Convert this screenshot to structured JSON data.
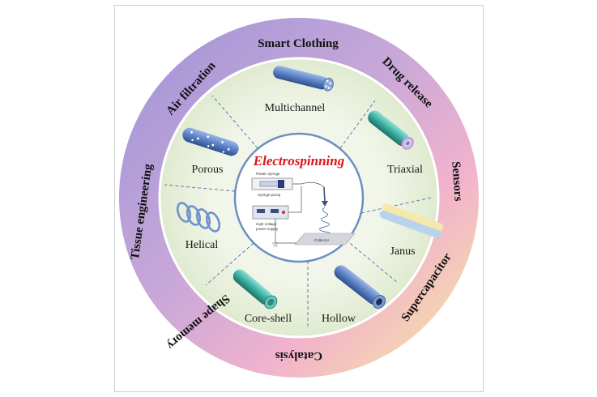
{
  "center": {
    "title": "Electrospinning",
    "labels": {
      "syringe": "Plastic syringe",
      "pump": "Syringe pump",
      "power": "High voltage power supply",
      "collector": "Collector"
    }
  },
  "fiber_types": [
    "Multichannel",
    "Triaxial",
    "Janus",
    "Hollow",
    "Core-shell",
    "Helical",
    "Porous"
  ],
  "applications": [
    "Smart Clothing",
    "Drug release",
    "Sensors",
    "Supercapacitor",
    "Catalysis",
    "Shape memory",
    "Tissue engineering",
    "Air filtration"
  ],
  "colors": {
    "title": "#e0131a",
    "outer_ring_left": "#9b91d9",
    "outer_ring_right": "#f4b6cf",
    "outer_ring_bottom_right": "#f4e69a",
    "inner_ring": "#e7efd9",
    "fiber": "#5a7fc0",
    "fiber_teal": "#3fb2a5",
    "janus_yellow": "#f3e7a7"
  }
}
